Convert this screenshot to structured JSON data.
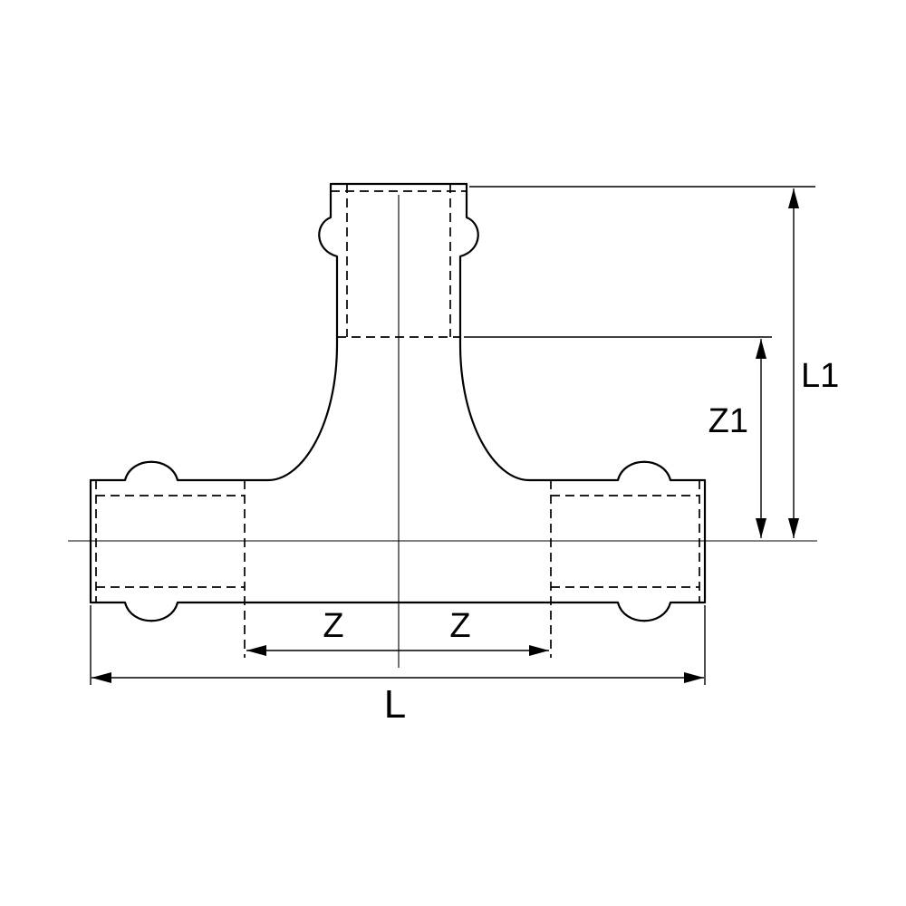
{
  "labels": {
    "L1": "L1",
    "Z1": "Z1",
    "Z_left": "Z",
    "Z_right": "Z",
    "L": "L"
  },
  "colors": {
    "line": "#000000",
    "background": "#ffffff"
  }
}
